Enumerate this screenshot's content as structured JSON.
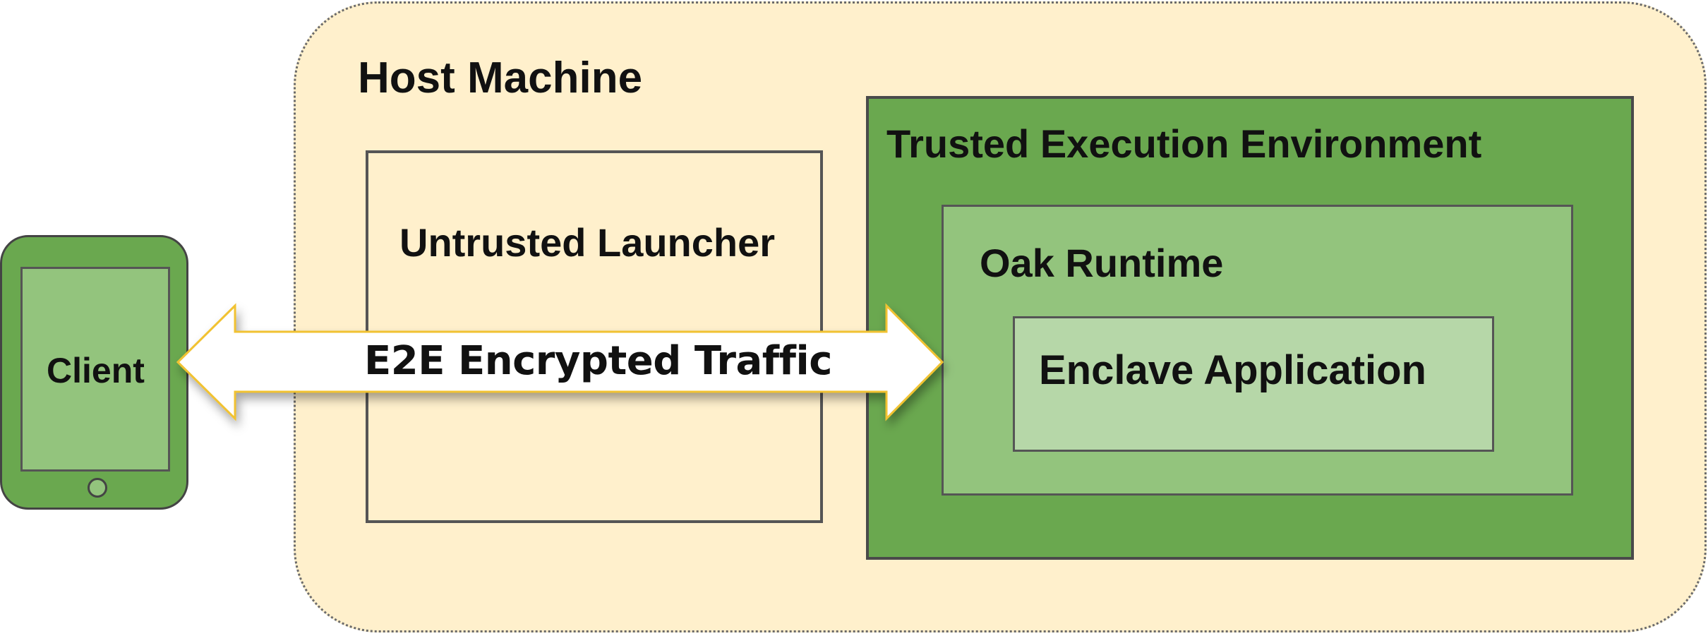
{
  "host": {
    "title": "Host Machine"
  },
  "launcher": {
    "title": "Untrusted Launcher"
  },
  "tee": {
    "title": "Trusted Execution Environment"
  },
  "runtime": {
    "title": "Oak Runtime"
  },
  "enclave": {
    "title": "Enclave Application"
  },
  "client": {
    "title": "Client",
    "icon": "phone-icon"
  },
  "traffic": {
    "label": "E2E Encrypted Traffic",
    "icon": "double-arrow-icon"
  },
  "colors": {
    "host_fill": "#fff0cc",
    "tee_fill": "#6aa84f",
    "runtime_fill": "#93c47d",
    "enclave_fill": "#b6d7a8",
    "arrow_fill": "#ffffff",
    "arrow_stroke": "#f1c232"
  }
}
